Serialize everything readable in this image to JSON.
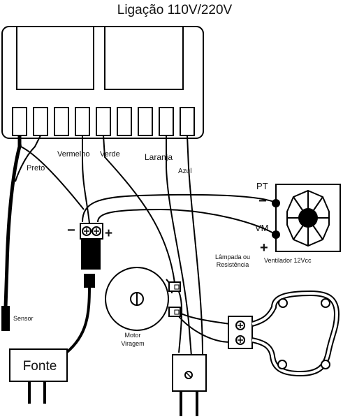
{
  "title": "Ligação 110V/220V",
  "labels": {
    "preto": "Preto",
    "vermelho": "Vermelho",
    "verde": "Verde",
    "laranja": "Laranja",
    "azul": "Azul",
    "sensor": "Sensor",
    "fonte": "Fonte",
    "motor_line1": "Motor",
    "motor_line2": "Viragem",
    "lampada_line1": "Lâmpada ou",
    "lampada_line2": "Resistência",
    "ventilador": "Ventilador 12Vcc",
    "pt": "PT",
    "vm": "VM",
    "minus": "−",
    "plus": "+"
  },
  "icons": {
    "relay": "relay-icon",
    "terminal": "screw-terminal-icon",
    "fan": "fan-icon",
    "motor": "motor-icon",
    "plug": "plug-icon",
    "heater": "heater-coil-icon"
  }
}
